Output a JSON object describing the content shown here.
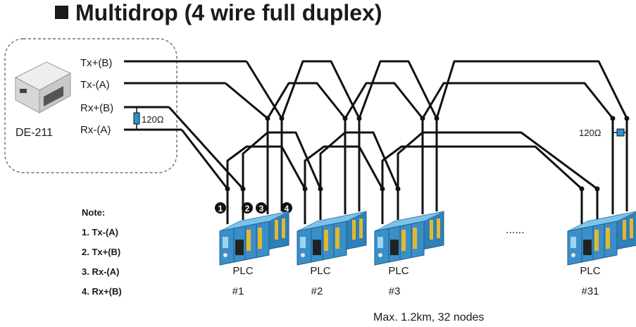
{
  "title": "Multidrop (4 wire full duplex)",
  "device": {
    "name": "DE-211",
    "pins": [
      "Tx+(B)",
      "Tx-(A)",
      "Rx+(B)",
      "Rx-(A)"
    ],
    "resistor": "120Ω"
  },
  "end_resistor": "120Ω",
  "markers": [
    "1",
    "2",
    "3",
    "4"
  ],
  "notes": {
    "heading": "Note:",
    "items": [
      "1. Tx-(A)",
      "2. Tx+(B)",
      "3. Rx-(A)",
      "4. Rx+(B)"
    ]
  },
  "plcs": [
    {
      "label": "PLC",
      "num": "#1"
    },
    {
      "label": "PLC",
      "num": "#2"
    },
    {
      "label": "PLC",
      "num": "#3"
    },
    {
      "label": "PLC",
      "num": "#31"
    }
  ],
  "ellipsis": "......",
  "footer": "Max. 1.2km, 32 nodes",
  "colors": {
    "wire": "#111111",
    "plc_body": "#3a8fc8",
    "plc_light": "#7cc3ea",
    "terminal": "#e2b830",
    "resistor": "#2f8fd0"
  }
}
